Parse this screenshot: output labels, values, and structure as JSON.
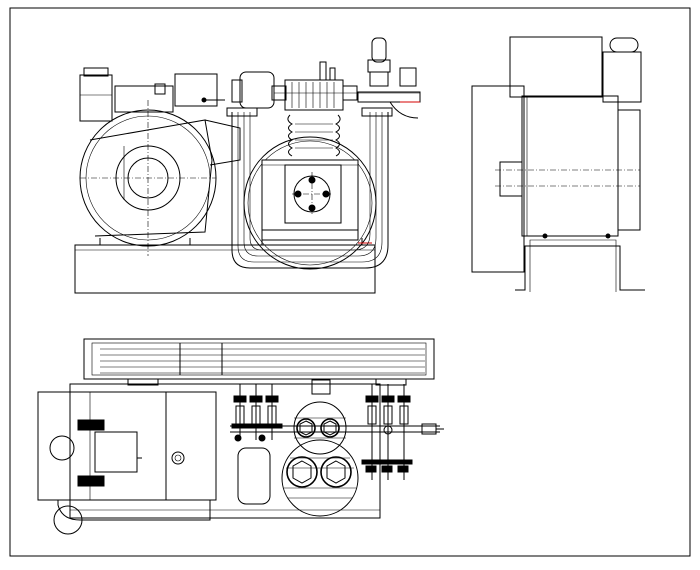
{
  "drawing": {
    "views": [
      "front-view",
      "side-view",
      "top-view"
    ],
    "line_color": "#000000",
    "accent_color": "#d40000",
    "background": "#ffffff"
  }
}
